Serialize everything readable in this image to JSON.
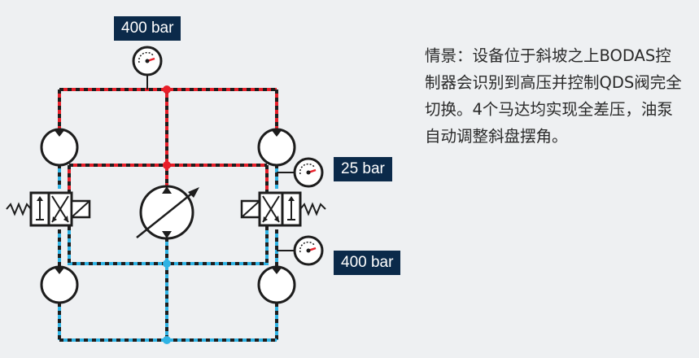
{
  "pressure_tags": {
    "top": "400 bar",
    "right_upper": "25 bar",
    "right_lower": "400 bar"
  },
  "scenario_text": "情景：设备位于斜坡之上BODAS控制器会识别到高压并控制QDS阀完全切换。4个马达均实现全差压，油泵自动调整斜盘摆角。",
  "colors": {
    "high_pressure": "#e8202a",
    "low_pressure": "#2fb3e4",
    "line_dark": "#1d1d1d",
    "tag_background": "#0b2a4a",
    "background": "#eef0f2"
  },
  "icons": [
    "pressure-gauge-icon",
    "hydraulic-motor-icon",
    "variable-pump-icon",
    "directional-valve-icon",
    "spring-icon"
  ]
}
